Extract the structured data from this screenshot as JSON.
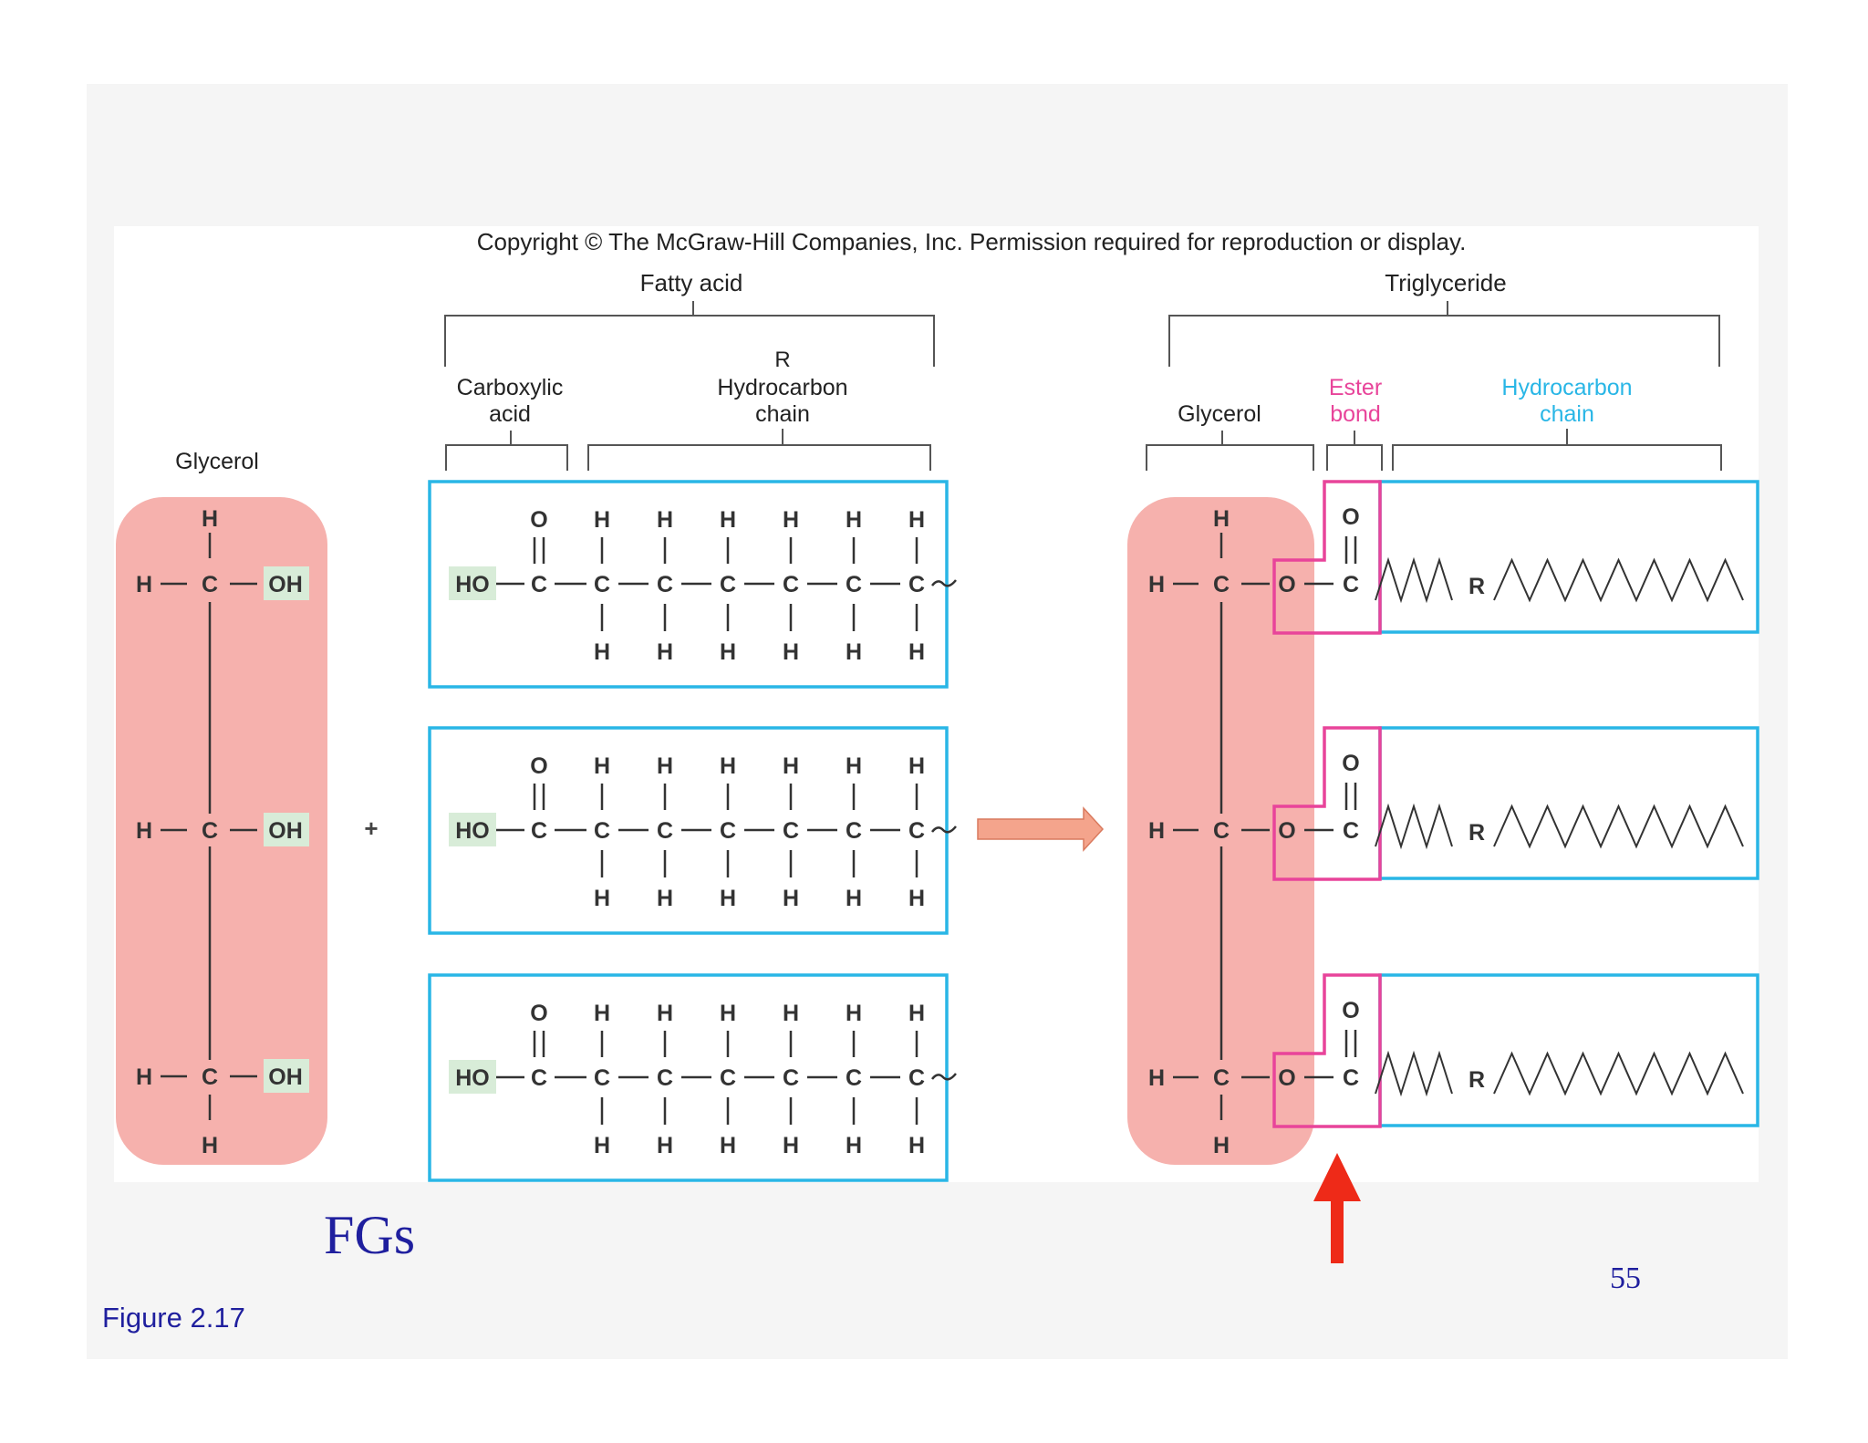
{
  "copyright": "Copyright © The McGraw-Hill Companies, Inc. Permission required for reproduction or display.",
  "labels": {
    "fatty_acid": "Fatty acid",
    "triglyceride": "Triglyceride",
    "carboxylic_line1": "Carboxylic",
    "carboxylic_line2": "acid",
    "r": "R",
    "hydrocarbon_line1": "Hydrocarbon",
    "hydrocarbon_line2": "chain",
    "glycerol_left": "Glycerol",
    "glycerol_right": "Glycerol",
    "ester_line1": "Ester",
    "ester_line2": "bond",
    "hc_right_line1": "Hydrocarbon",
    "hc_right_line2": "chain",
    "plus": "+"
  },
  "atoms": {
    "h": "H",
    "c": "C",
    "o": "O",
    "oh": "OH",
    "ho": "HO",
    "r": "R"
  },
  "fgs": "FGs",
  "page_number": "55",
  "figure_label": "Figure 2.17",
  "colors": {
    "glycerol_fill": "#f6b1ad",
    "oh_highlight": "#d8ecd8",
    "fatty_box": "#29b6e6",
    "ester": "#e8449a",
    "hydrocarbon_label": "#29b6e6",
    "arrow_fill": "#f4a48c",
    "red_arrow": "#ee2a18",
    "blue_text": "#1f1f9e"
  }
}
